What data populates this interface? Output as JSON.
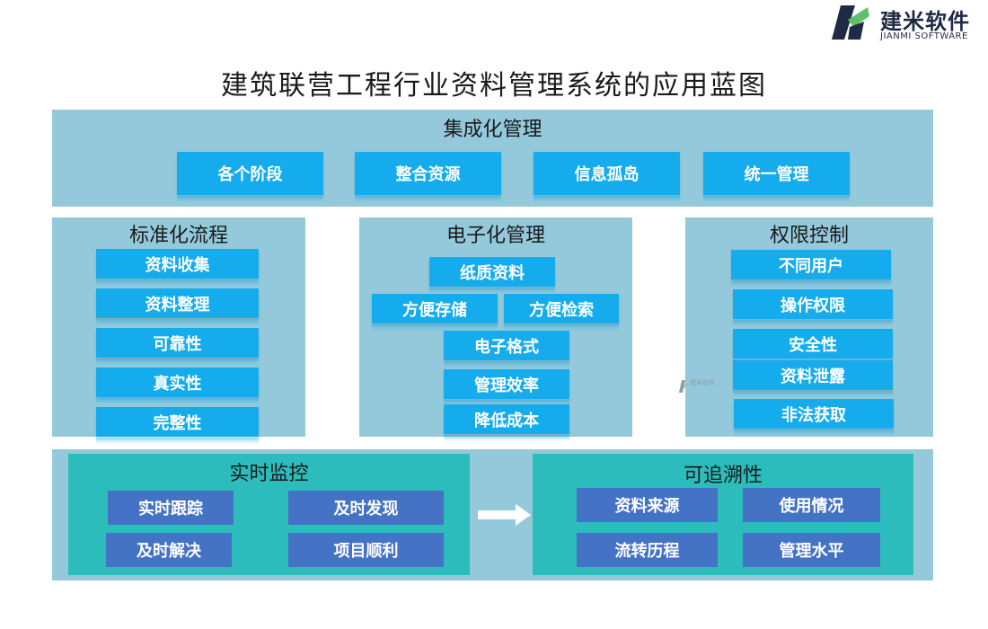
{
  "logo": {
    "name_cn": "建米软件",
    "name_en": "JIANMI SOFTWARE"
  },
  "title": "建筑联营工程行业资料管理系统的应用蓝图",
  "integration": {
    "title": "集成化管理",
    "items": [
      "各个阶段",
      "整合资源",
      "信息孤岛",
      "统一管理"
    ]
  },
  "standardization": {
    "title": "标准化流程",
    "items": [
      "资料收集",
      "资料整理",
      "可靠性",
      "真实性",
      "完整性"
    ]
  },
  "electronic": {
    "title": "电子化管理",
    "items": [
      "纸质资料",
      "方便存储",
      "方便检索",
      "电子格式",
      "管理效率",
      "降低成本"
    ]
  },
  "permission": {
    "title": "权限控制",
    "items": [
      "不同用户",
      "操作权限",
      "安全性",
      "资料泄露",
      "非法获取"
    ]
  },
  "monitoring": {
    "title": "实时监控",
    "items": [
      "实时跟踪",
      "及时发现",
      "及时解决",
      "项目顺利"
    ]
  },
  "traceability": {
    "title": "可追溯性",
    "items": [
      "资料来源",
      "使用情况",
      "流转历程",
      "管理水平"
    ]
  },
  "watermark": "建米软件",
  "colors": {
    "panel": "#94c9dc",
    "button": "#14acec",
    "teal": "#2cbcbc",
    "blue_button": "#4472c4"
  }
}
